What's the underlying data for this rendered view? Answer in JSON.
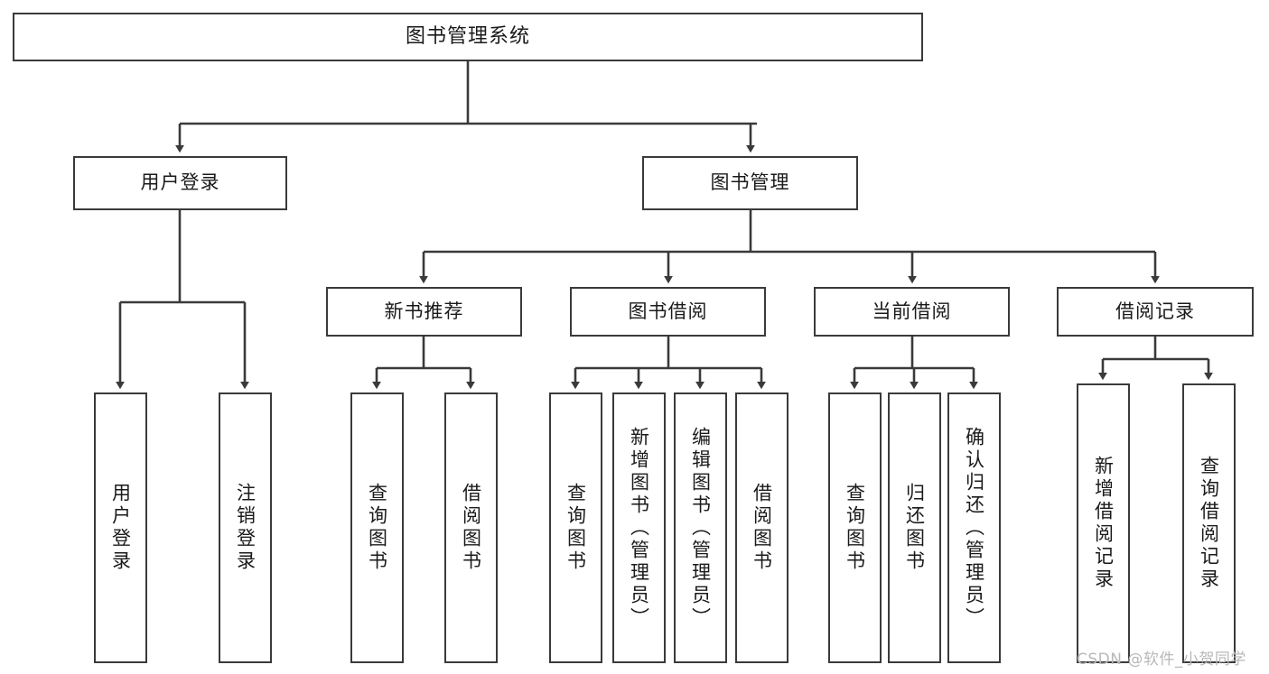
{
  "diagram": {
    "type": "tree-hierarchy",
    "title": "图书管理系统",
    "watermark": "CSDN @软件_小贺同学",
    "colors": {
      "box_border": "#3a3a3a",
      "box_fill": "#ffffff",
      "edge": "#3a3a3a",
      "text": "#1a1a1a",
      "watermark": "#b8b8b8",
      "background": "#ffffff"
    },
    "root": {
      "label": "图书管理系统"
    },
    "level2": [
      {
        "label": "用户登录"
      },
      {
        "label": "图书管理"
      }
    ],
    "level3": [
      {
        "label": "新书推荐"
      },
      {
        "label": "图书借阅"
      },
      {
        "label": "当前借阅"
      },
      {
        "label": "借阅记录"
      }
    ],
    "leaves": {
      "user_login": [
        {
          "label": "用户登录"
        },
        {
          "label": "注销登录"
        }
      ],
      "new_book_recommend": [
        {
          "label": "查询图书"
        },
        {
          "label": "借阅图书"
        }
      ],
      "book_borrow": [
        {
          "label": "查询图书"
        },
        {
          "label": "新增图书（管理员）"
        },
        {
          "label": "编辑图书（管理员）"
        },
        {
          "label": "借阅图书"
        }
      ],
      "current_borrow": [
        {
          "label": "查询图书"
        },
        {
          "label": "归还图书"
        },
        {
          "label": "确认归还（管理员）"
        }
      ],
      "borrow_record": [
        {
          "label": "新增借阅记录"
        },
        {
          "label": "查询借阅记录"
        }
      ]
    }
  }
}
